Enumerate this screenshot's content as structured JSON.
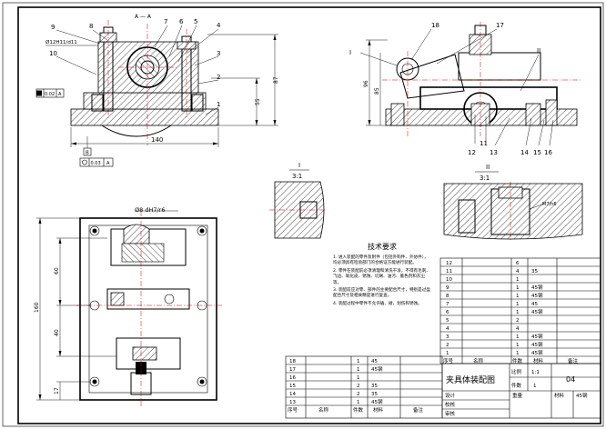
{
  "views": {
    "front": {
      "section_mark": "A — A",
      "balloons": [
        "9",
        "8",
        "7",
        "6",
        "5",
        "4",
        "3",
        "2",
        "1",
        "10"
      ],
      "fit_label": "Ø12H11/d11",
      "dims": {
        "width": "140",
        "h1": "87",
        "h2": "55"
      },
      "datum_a": "A",
      "datum_b": "B",
      "datum_left": "1",
      "gdt_left_value": "0.02",
      "gdt_left_datum": "A",
      "gdt_bottom_value": "0.03",
      "gdt_bottom_datum": "A"
    },
    "side": {
      "balloons_top": [
        "18",
        "17"
      ],
      "balloon_left": "I",
      "balloon_right": "II",
      "balloons_bottom": [
        "12",
        "11",
        "13",
        "14",
        "15",
        "16"
      ],
      "dims": {
        "d1": "96",
        "d2": "85"
      }
    },
    "detail_i": {
      "title": "I",
      "scale": "3:1"
    },
    "detail_ii": {
      "title": "II",
      "scale": "3:1",
      "thread": "M7/h6"
    },
    "top": {
      "fit_label": "Ø8 dH7/r6",
      "dims": {
        "overall": "160",
        "d60": "60",
        "d40": "40",
        "d17": "17"
      }
    }
  },
  "tech_requirements": {
    "title": "技术要求",
    "items": [
      "1. 进入装配的零件及附件（包括外购件、外协件），均必须具有检验部门的合格证方能进行装配。",
      "2. 零件在装配前必须清理和清洗干净，不得有毛刺、飞边、氧化皮、锈蚀、切屑、油污、着色剂和灰尘等。",
      "3. 装配前应对零、部件的主要配合尺寸，特别是过盈配合尺寸及相关精度进行复查。",
      "4. 装配过程中零件不允许磕、碰、划伤和锈蚀。"
    ]
  },
  "parts_right": [
    {
      "no": "12",
      "qty": "6",
      "mat": ""
    },
    {
      "no": "11",
      "qty": "4",
      "mat": "35"
    },
    {
      "no": "10",
      "qty": "1",
      "mat": ""
    },
    {
      "no": "9",
      "qty": "1",
      "mat": "45钢"
    },
    {
      "no": "8",
      "qty": "1",
      "mat": "45钢"
    },
    {
      "no": "7",
      "qty": "1",
      "mat": "45"
    },
    {
      "no": "6",
      "qty": "1",
      "mat": "45钢"
    },
    {
      "no": "5",
      "qty": "2",
      "mat": ""
    },
    {
      "no": "4",
      "qty": "4",
      "mat": ""
    },
    {
      "no": "3",
      "qty": "1",
      "mat": "45钢"
    },
    {
      "no": "2",
      "qty": "1",
      "mat": "45钢"
    },
    {
      "no": "1",
      "qty": "1",
      "mat": "45钢"
    }
  ],
  "parts_right_header": {
    "no": "序号",
    "name": "名称",
    "qty": "件数",
    "mat": "材料",
    "note": "备注"
  },
  "parts_left": [
    {
      "no": "18",
      "qty": "1",
      "mat": "45"
    },
    {
      "no": "17",
      "qty": "1",
      "mat": "45钢"
    },
    {
      "no": "16",
      "qty": "1",
      "mat": ""
    },
    {
      "no": "15",
      "qty": "2",
      "mat": "35"
    },
    {
      "no": "14",
      "qty": "2",
      "mat": "35"
    },
    {
      "no": "13",
      "qty": "1",
      "mat": "45钢"
    }
  ],
  "parts_left_header": {
    "no": "序号",
    "name": "名称",
    "qty": "件数",
    "mat": "材料",
    "note": "备注"
  },
  "title_block": {
    "drawing_title": "夹具体装配图",
    "scale_label": "比例",
    "scale_value": "1:1",
    "qty_label": "件数",
    "qty_value": "1",
    "drawing_no": "04",
    "design": "设计",
    "check": "校核",
    "review": "审核",
    "weight_label": "重量",
    "material_label": "材料",
    "material_value": "45钢"
  }
}
